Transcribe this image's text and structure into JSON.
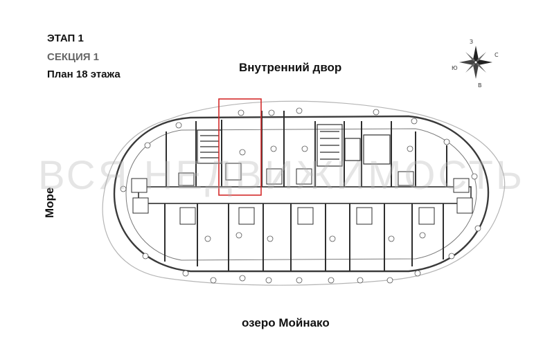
{
  "header": {
    "stage": "ЭТАП 1",
    "section": "СЕКЦИЯ 1",
    "floor_plan": "План 18 этажа"
  },
  "orientation": {
    "courtyard": "Внутренний двор",
    "sea": "Море",
    "lake": "озеро Мойнако"
  },
  "compass": {
    "letters": [
      "З",
      "С",
      "В",
      "Ю"
    ],
    "icon": "compass-rose-icon"
  },
  "watermark": "ВСЯ НЕДВИЖИМОСТЬ",
  "highlight": {
    "color": "#d42a2a"
  }
}
